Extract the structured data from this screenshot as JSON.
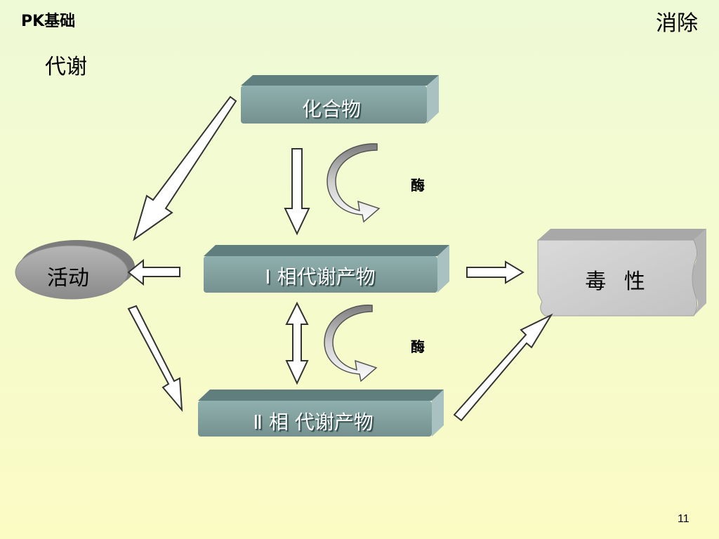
{
  "header": {
    "left_title": "PK基础",
    "right_title": "消除"
  },
  "subtitle": "代谢",
  "nodes": {
    "compound": "化合物",
    "phase1_metabolite": "Ⅰ 相代谢产物",
    "phase2_metabolite": "Ⅱ 相 代谢产物",
    "activity": "活动",
    "toxicity": "毒 性"
  },
  "enzyme_labels": [
    "酶",
    "酶"
  ],
  "page_number": "11",
  "colors": {
    "background_top": "#eefad6",
    "background_bottom": "#fbfbc4",
    "box_face": "#7f9e9d",
    "box_top": "#5f7e7d",
    "box_side": "#a9c2c1",
    "toxicity_box": "#c8c8c8",
    "activity_ellipse": "#a9a9a9",
    "arrow_fill": "#ffffff",
    "arrow_stroke": "#333333"
  }
}
